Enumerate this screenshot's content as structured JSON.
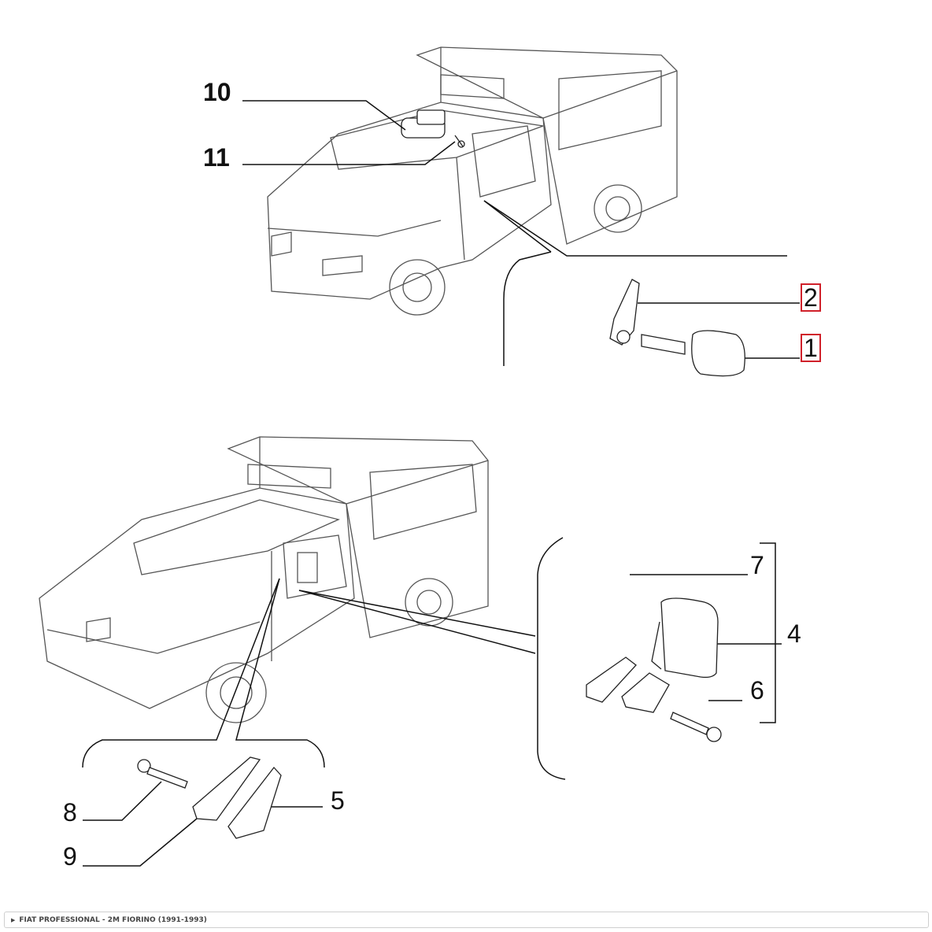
{
  "diagram": {
    "callouts": {
      "p10": "10",
      "p11": "11",
      "p2": "2",
      "p1": "1",
      "p7": "7",
      "p4": "4",
      "p6": "6",
      "p8": "8",
      "p5": "5",
      "p9": "9"
    },
    "highlight_color": "#d0202a"
  },
  "footer": {
    "breadcrumb": "FIAT PROFESSIONAL - 2M FIORINO (1991-1993)"
  }
}
